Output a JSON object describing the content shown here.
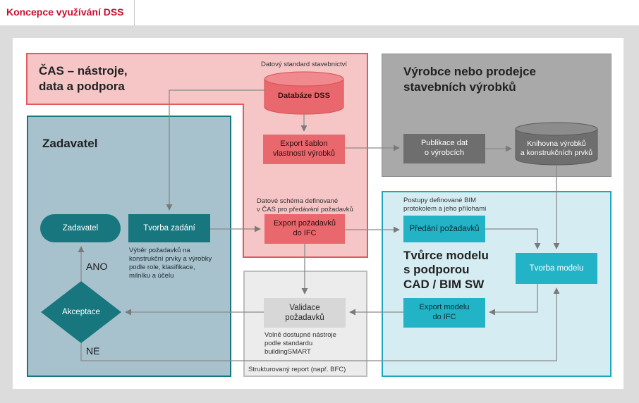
{
  "page": {
    "title": "Koncepce využívání DSS"
  },
  "regions": {
    "cas": {
      "title_line1": "ČAS – nástroje,",
      "title_line2": "data a podpora",
      "note": "Datový standard stavebnictví"
    },
    "vyrobce": {
      "title_line1": "Výrobce nebo prodejce",
      "title_line2": "stavebních výrobků"
    },
    "zadavatel": {
      "title": "Zadavatel"
    },
    "tvurce": {
      "title_line1": "Tvůrce modelu",
      "title_line2": "s podporou",
      "title_line3": "CAD / BIM SW",
      "note_line1": "Postupy definované BIM",
      "note_line2": "protokolem a jeho přílohami"
    },
    "validace": {
      "note_line1": "Volně dostupné nástroje",
      "note_line2": "podle standardu",
      "note_line3": "buildingSMART",
      "report": "Strukturovaný report (např. BFC)"
    }
  },
  "nodes": {
    "databaze": "Databáze DSS",
    "export_sablon_line1": "Export šablon",
    "export_sablon_line2": "vlastností výrobků",
    "schema_note_line1": "Datové schéma definované",
    "schema_note_line2": "v ČAS pro předávání požadavků",
    "export_pozadavku_line1": "Export požadavků",
    "export_pozadavku_line2": "do IFC",
    "publikace_line1": "Publikace dat",
    "publikace_line2": "o výrobcích",
    "knihovna_line1": "Knihovna výrobků",
    "knihovna_line2": "a konstrukčních prvků",
    "zadavatel_pill": "Zadavatel",
    "tvorba_zadani": "Tvorba zadání",
    "zadani_note_line1": "Výběr požadavků na",
    "zadani_note_line2": "konstrukční prvky a výrobky",
    "zadani_note_line3": "podle role, klasifikace,",
    "zadani_note_line4": "milníku a účelu",
    "predani": "Předání požadavků",
    "tvorba_modelu": "Tvorba modelu",
    "export_modelu_line1": "Export modelu",
    "export_modelu_line2": "do IFC",
    "validace_line1": "Validace",
    "validace_line2": "požadavků",
    "akceptace": "Akceptace",
    "ano": "ANO",
    "ne": "NE"
  },
  "colors": {
    "cas_fill": "#f6c6c6",
    "cas_border": "#e25a5f",
    "cas_box": "#e9686d",
    "vyrobce_fill": "#a9a9a9",
    "vyrobce_box": "#6e6e6e",
    "zadavatel_fill": "#a7c2cd",
    "zadavatel_border": "#17767e",
    "zadavatel_box": "#17767e",
    "tvurce_fill": "#d5edf2",
    "tvurce_border": "#1ba8be",
    "tvurce_box": "#23b3c6",
    "validace_fill": "#ececec",
    "validace_box": "#d7d7d7",
    "title_red": "#c8102e"
  }
}
